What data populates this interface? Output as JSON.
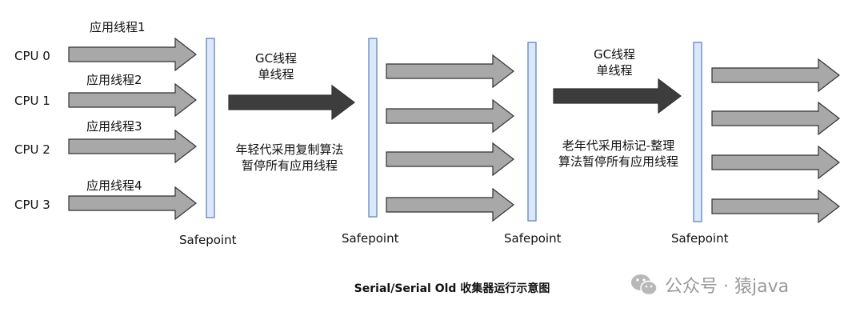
{
  "cpus": [
    "CPU 0",
    "CPU 1",
    "CPU 2",
    "CPU 3"
  ],
  "app_threads": [
    "应用线程1",
    "应用线程2",
    "应用线程3",
    "应用线程4"
  ],
  "gc_phase_1": {
    "header": [
      "GC线程",
      "单线程"
    ],
    "description": [
      "年轻代采用复制算法",
      "暂停所有应用线程"
    ]
  },
  "gc_phase_2": {
    "header": [
      "GC线程",
      "单线程"
    ],
    "description": [
      "老年代采用标记-整理",
      "算法暂停所有应用线程"
    ]
  },
  "safepoint_label": "Safepoint",
  "caption": "Serial/Serial Old 收集器运行示意图",
  "watermark": "公众号 · 猿java",
  "colors": {
    "app_arrow": "#a8a8a8",
    "gc_arrow": "#3d3d3d",
    "safepoint_bar": "#dbe8fb",
    "safepoint_border": "#6c8ebf"
  }
}
